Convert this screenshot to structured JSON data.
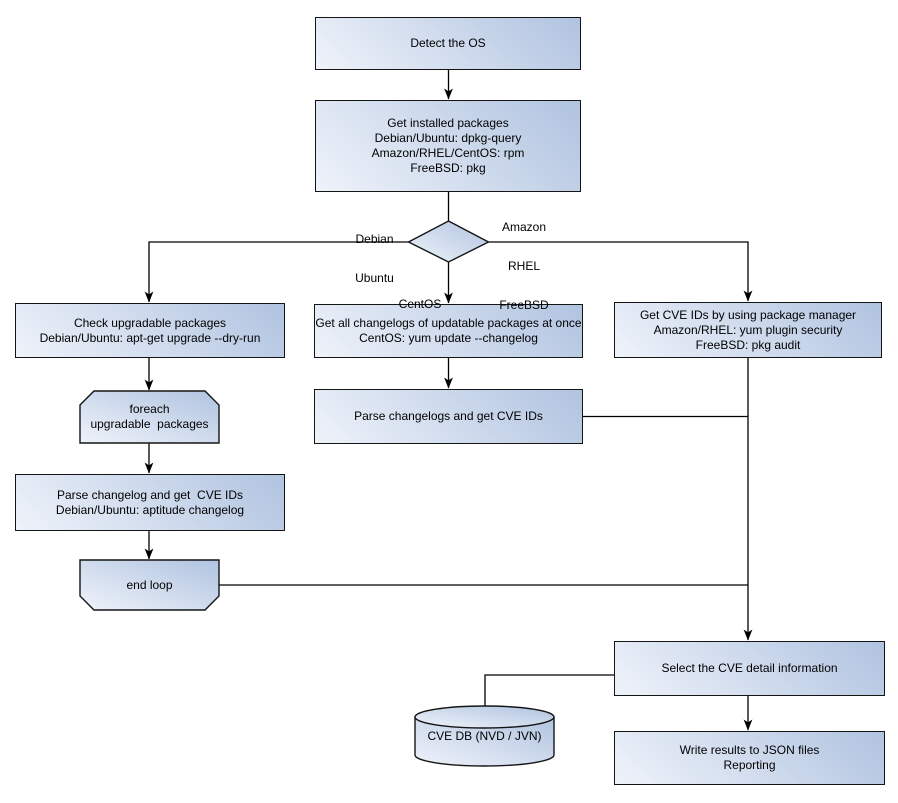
{
  "colors": {
    "background": "#ffffff",
    "node_fill_light": "#eff3fa",
    "node_fill_dark": "#b0c3e0",
    "node_border": "#151515",
    "connector": "#000000",
    "text": "#000000"
  },
  "nodes": {
    "detect_os": {
      "lines": [
        "Detect the OS"
      ]
    },
    "get_installed_packages": {
      "lines": [
        "Get installed packages",
        "Debian/Ubuntu: dpkg-query",
        "Amazon/RHEL/CentOS: rpm",
        "FreeBSD: pkg"
      ]
    },
    "check_upgradable_packages": {
      "lines": [
        "Check upgradable packages",
        "Debian/Ubuntu: apt-get upgrade --dry-run"
      ]
    },
    "foreach_loop": {
      "lines": [
        "foreach",
        "upgradable  packages"
      ]
    },
    "parse_changelog_deb": {
      "lines": [
        "Parse changelog and get  CVE IDs",
        "Debian/Ubuntu: aptitude changelog"
      ]
    },
    "end_loop": {
      "lines": [
        "end loop"
      ]
    },
    "get_all_changelogs": {
      "lines": [
        "Get all changelogs of updatable packages at once",
        "CentOS: yum update --changelog"
      ]
    },
    "parse_changelogs_centos": {
      "lines": [
        "Parse changelogs and get CVE IDs"
      ]
    },
    "get_cve_ids_pkg_mgr": {
      "lines": [
        "Get CVE IDs by using package manager",
        "Amazon/RHEL: yum plugin security",
        "FreeBSD: pkg audit"
      ]
    },
    "select_cve_detail": {
      "lines": [
        "Select the CVE detail information"
      ]
    },
    "cve_db": {
      "lines": [
        "CVE DB (NVD / JVN)"
      ]
    },
    "write_results": {
      "lines": [
        "Write results to JSON files",
        "Reporting"
      ]
    }
  },
  "edge_labels": {
    "left_branch": [
      "Debian",
      "Ubuntu"
    ],
    "right_branch": [
      "Amazon",
      "RHEL",
      "FreeBSD"
    ],
    "middle_branch": "CentOS"
  }
}
